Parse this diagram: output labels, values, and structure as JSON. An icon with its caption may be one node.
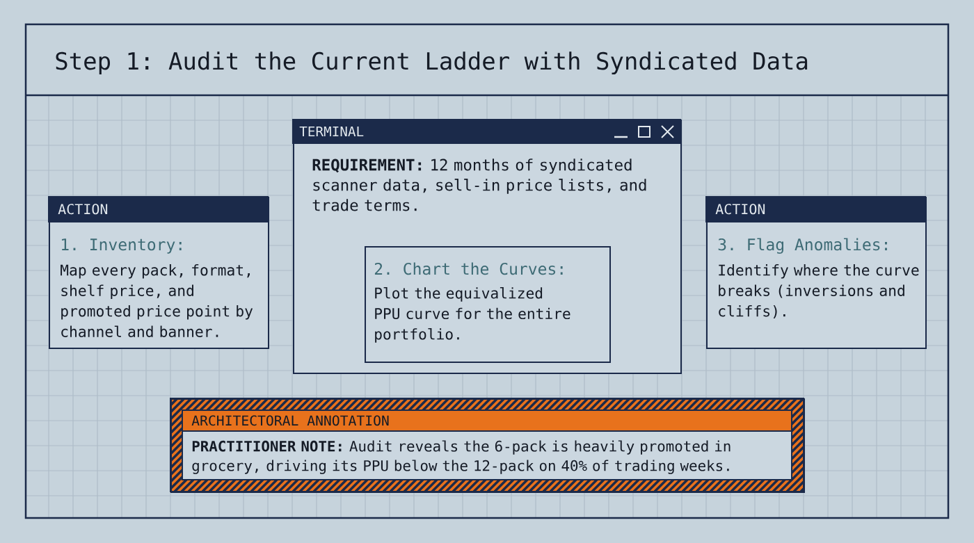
{
  "diagram": {
    "title": "Step 1: Audit the Current Ladder with Syndicated Data",
    "nodes": [
      {
        "text": [
          "ACTION",
          "1. Inventory:",
          "Map every pack, format, shelf price, and promoted price point by channel and banner."
        ]
      },
      {
        "text": [
          "TERMINAL",
          "**REQUIREMENT:** 12 months of syndicated scanner data, sell-in price lists, and trade terms."
        ]
      },
      {
        "text": [
          "2. Chart the Curves:",
          "Plot the equivalized PPU curve for the entire portfolio."
        ],
        "in": 1
      },
      {
        "text": [
          "ACTION",
          "3. Flag Anomalies:",
          "Identify where the curve breaks (inversions and cliffs)."
        ]
      },
      {
        "text": [
          "ARCHITECTORAL ANNOTATION",
          "**PRACTITIONER NOTE:** Audit reveals the 6-pack is heavily promoted in grocery, driving its PPU below the 12-pack on 40% of trading weeks."
        ]
      }
    ]
  }
}
